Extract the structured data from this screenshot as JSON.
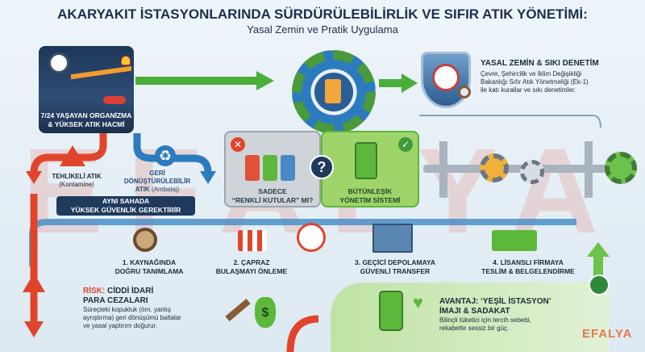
{
  "header": {
    "title": "AKARYAKIT İSTASYONLARINDA SÜRDÜRÜLEBİLİRLİK VE SIFIR ATIK YÖNETİMİ:",
    "subtitle": "Yasal Zemin ve Pratik Uygulama"
  },
  "station": {
    "caption_1": "7/24 YAŞAYAN ORGANİZMA",
    "caption_2": "& YÜKSEK ATIK HACMİ"
  },
  "legal": {
    "title": "YASAL ZEMİN & SIKI DENETİM",
    "body_1": "Çevre, Şehircilik ve İklim Değişikliği",
    "body_2": "Bakanlığı Sıfır Atık Yönetmeliği (Ek-1)",
    "body_3": "ile katı kurallar ve sıkı denetimler."
  },
  "waste_types": {
    "hazardous_title": "TEHLİKELİ ATIK",
    "hazardous_note": "(Kontamine)",
    "recyclable_title_1": "GERİ",
    "recyclable_title_2": "DÖNÜŞTÜRÜLEBİLİR",
    "recyclable_title_3": "ATIK",
    "recyclable_note": "(Ambalaj)",
    "banner_1": "AYNI SAHADA",
    "banner_2": "YÜKSEK GÜVENLİK GEREKTİRİR"
  },
  "comparison": {
    "wrong_1": "SADECE",
    "wrong_2": "“RENKLİ KUTULAR” MI?",
    "right_1": "BÜTÜNLEŞİK",
    "right_2": "YÖNETİM SİSTEMİ",
    "question_mark": "?"
  },
  "steps": [
    {
      "line1": "1. KAYNAĞINDA",
      "line2": "DOĞRU TANIMLAMA"
    },
    {
      "line1": "2. ÇAPRAZ",
      "line2": "BULAŞMAYI ÖNLEME"
    },
    {
      "line1": "3. GEÇİCİ DEPOLAMAYA",
      "line2": "GÜVENLİ TRANSFER"
    },
    {
      "line1": "4. LİSANSLI FİRMAYA",
      "line2": "TESLİM & BELGELENDİRME"
    }
  ],
  "risk": {
    "label": "RİSK:",
    "title_1": "CİDDİ İDARİ",
    "title_2": "PARA CEZALARI",
    "body_1": "Süreçteki kopukluk (örn. yanlış",
    "body_2": "ayrıştırma) geri dönüşümü baltalar",
    "body_3": "ve yasal yaptırım doğurur."
  },
  "advantage": {
    "title_1": "AVANTAJ: ‘YEŞİL İSTASYON’",
    "title_2": "İMAJI & SADAKAT",
    "body_1": "Bilinçli tüketici için tercih sebebi,",
    "body_2": "rekabette sessiz bir güç."
  },
  "brand": {
    "logo": "EFALYA",
    "watermark": "EFALYA"
  },
  "colors": {
    "risk": "#e0452c",
    "green": "#5cb83a",
    "blue": "#2c7bbf",
    "navy": "#1d2f4a",
    "brand": "#e07a4f"
  }
}
